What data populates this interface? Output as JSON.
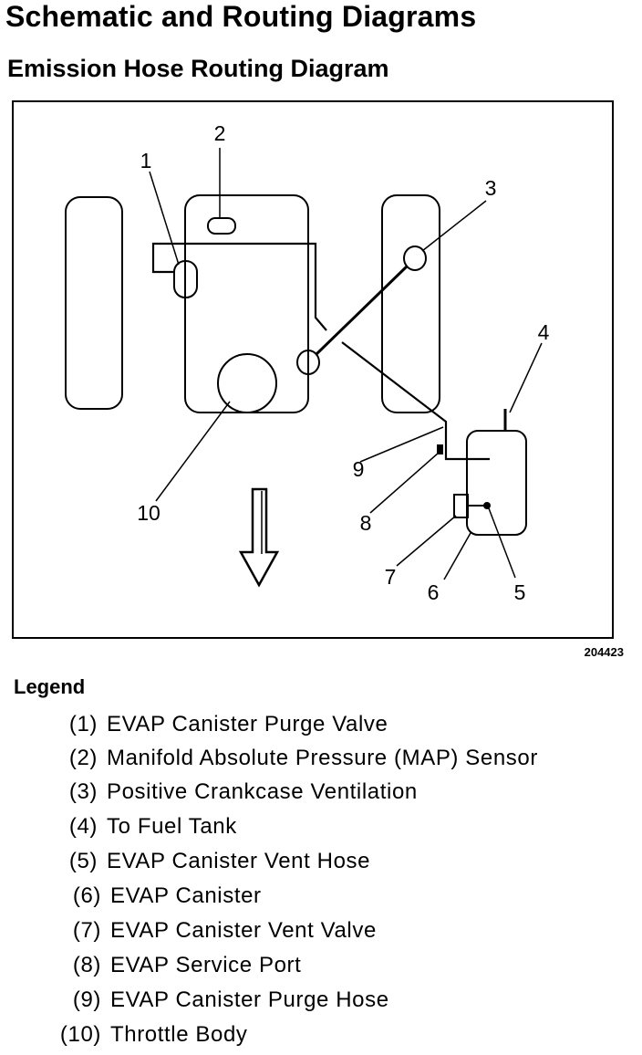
{
  "header": {
    "title": "Schematic and Routing Diagrams",
    "subtitle": "Emission Hose Routing Diagram"
  },
  "figure": {
    "callouts": [
      "1",
      "2",
      "3",
      "4",
      "5",
      "6",
      "7",
      "8",
      "9",
      "10"
    ],
    "figure_number": "204423"
  },
  "legend": {
    "title": "Legend",
    "items": [
      {
        "num": "(1)",
        "text": "EVAP Canister Purge Valve"
      },
      {
        "num": "(2)",
        "text": "Manifold Absolute Pressure (MAP) Sensor"
      },
      {
        "num": "(3)",
        "text": "Positive Crankcase Ventilation"
      },
      {
        "num": "(4)",
        "text": "To Fuel Tank"
      },
      {
        "num": "(5)",
        "text": "EVAP Canister Vent Hose"
      },
      {
        "num": "(6)",
        "text": "EVAP Canister"
      },
      {
        "num": "(7)",
        "text": "EVAP Canister Vent Valve"
      },
      {
        "num": "(8)",
        "text": "EVAP Service Port"
      },
      {
        "num": "(9)",
        "text": "EVAP Canister Purge Hose"
      },
      {
        "num": "(10)",
        "text": "Throttle Body"
      }
    ]
  }
}
